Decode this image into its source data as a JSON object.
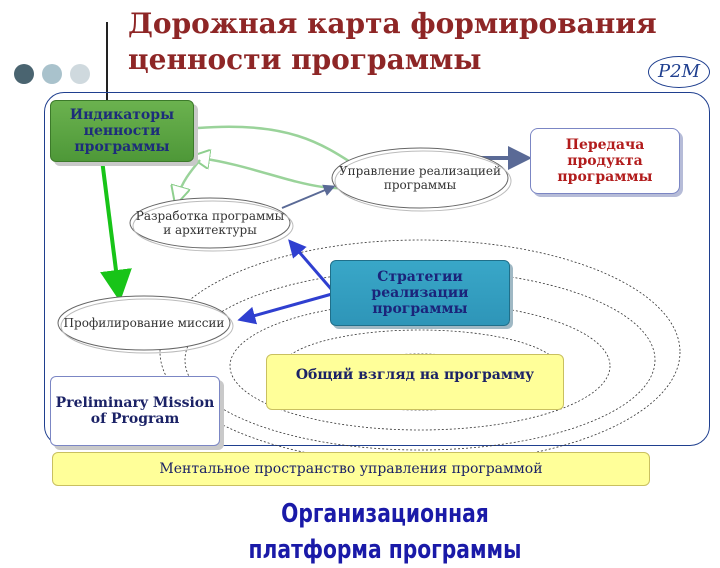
{
  "title": "Дорожная карта формирования ценности программы",
  "logo": "P2M",
  "nodes": {
    "indicators": "Индикаторы ценности программы",
    "transfer": "Передача продукта программы",
    "management": "Управление реализацией программы",
    "development": "Разработка программы и архитектуры",
    "strategies": "Стратегии реализации программы",
    "profiling": "Профилирование миссии",
    "general_view": "Общий взгляд на программу",
    "preliminary": "Preliminary Mission of Program",
    "mental_space": "Ментальное пространство управления программой"
  },
  "footer": "Организационная платформа программы",
  "colors": {
    "title": "#8e2626",
    "green": "#4e9838",
    "teal": "#2e95b8",
    "yellow": "#ffff99",
    "navy": "#1f3f8f",
    "red": "#b21c1c",
    "footer": "#1a1aa8"
  }
}
